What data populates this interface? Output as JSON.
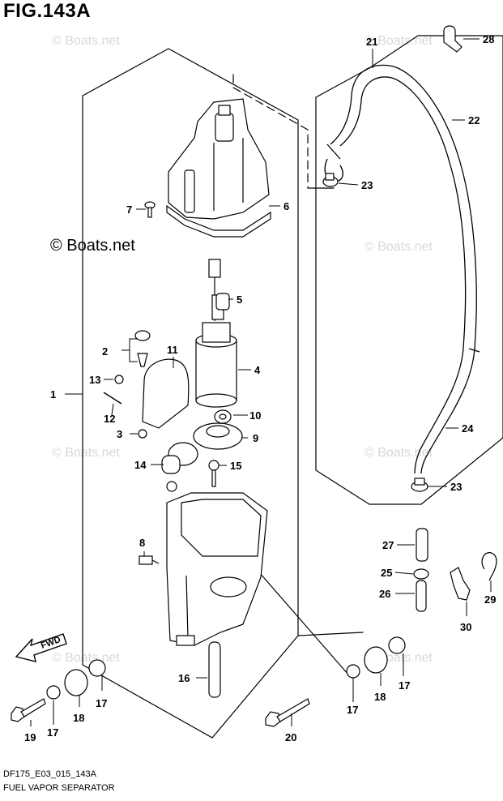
{
  "figure": {
    "title": "FIG.143A",
    "copyright": "© Boats.net",
    "watermark": "© Boats.net",
    "code": "DF175_E03_015_143A",
    "name": "FUEL VAPOR SEPARATOR",
    "fwd_label": "FWD"
  },
  "callouts": [
    "1",
    "2",
    "3",
    "4",
    "5",
    "6",
    "7",
    "8",
    "9",
    "10",
    "11",
    "12",
    "13",
    "14",
    "15",
    "16",
    "17",
    "17",
    "17",
    "17",
    "18",
    "18",
    "19",
    "20",
    "21",
    "22",
    "23",
    "23",
    "24",
    "25",
    "26",
    "27",
    "28",
    "29",
    "30"
  ]
}
